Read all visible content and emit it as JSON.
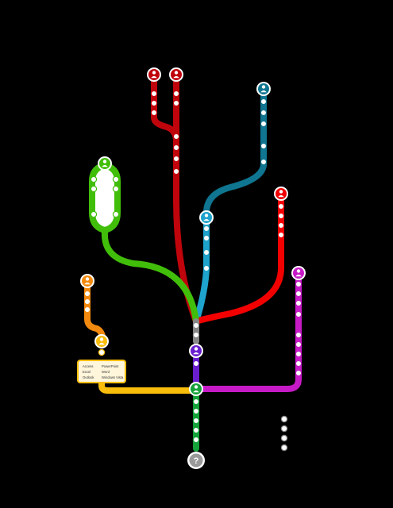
{
  "header": {
    "title": "",
    "subtitle": ""
  },
  "tagline": {
    "lines": [
      "",
      "",
      ""
    ]
  },
  "colors": {
    "background": "#000000",
    "dark_red": "#c0040c",
    "teal": "#0f7590",
    "light_blue": "#1ea3cc",
    "red": "#f20000",
    "magenta": "#c71ac7",
    "green": "#41be0a",
    "orange": "#f38a0f",
    "yellow": "#f9be0c",
    "purple": "#6a1fcf",
    "dark_green": "#14a23a",
    "gray": "#888888",
    "accent_text": "#1aa0d8"
  },
  "apps_box": {
    "col1": [
      "Access",
      "Excel",
      "Outlook"
    ],
    "col2": [
      "PowerPoint",
      "Word",
      "Windows Vista"
    ]
  },
  "icons": {
    "avatar": "person-icon",
    "stop": "station-icon",
    "end": "question-mark-icon"
  },
  "end_marker_glyph": "?"
}
